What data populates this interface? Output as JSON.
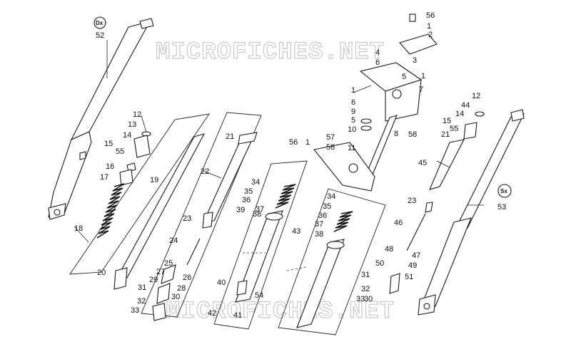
{
  "watermark": "MICROFICHES.NET",
  "side_labels": {
    "right_side": "Dx",
    "left_side": "Sx"
  },
  "callouts": [
    {
      "id": "l56a",
      "text": "56"
    },
    {
      "id": "l1a",
      "text": "1"
    },
    {
      "id": "l2",
      "text": "2"
    },
    {
      "id": "l4",
      "text": "4"
    },
    {
      "id": "l6a",
      "text": "6"
    },
    {
      "id": "l3",
      "text": "3"
    },
    {
      "id": "l5a",
      "text": "5"
    },
    {
      "id": "l1b",
      "text": "1"
    },
    {
      "id": "l7",
      "text": "7"
    },
    {
      "id": "l1c",
      "text": "1"
    },
    {
      "id": "l6b",
      "text": "6"
    },
    {
      "id": "l9",
      "text": "9"
    },
    {
      "id": "l5b",
      "text": "5"
    },
    {
      "id": "l10",
      "text": "10"
    },
    {
      "id": "l8",
      "text": "8"
    },
    {
      "id": "l58a",
      "text": "58"
    },
    {
      "id": "l57",
      "text": "57"
    },
    {
      "id": "l58b",
      "text": "58"
    },
    {
      "id": "l56b",
      "text": "56"
    },
    {
      "id": "l1d",
      "text": "1"
    },
    {
      "id": "l11",
      "text": "11"
    },
    {
      "id": "l52",
      "text": "52"
    },
    {
      "id": "l12a",
      "text": "12"
    },
    {
      "id": "l13",
      "text": "13"
    },
    {
      "id": "l14a",
      "text": "14"
    },
    {
      "id": "l15a",
      "text": "15"
    },
    {
      "id": "l55a",
      "text": "55"
    },
    {
      "id": "l16",
      "text": "16"
    },
    {
      "id": "l17",
      "text": "17"
    },
    {
      "id": "l18",
      "text": "18"
    },
    {
      "id": "l19",
      "text": "19"
    },
    {
      "id": "l20",
      "text": "20"
    },
    {
      "id": "l21a",
      "text": "21"
    },
    {
      "id": "l22",
      "text": "22"
    },
    {
      "id": "l23a",
      "text": "23"
    },
    {
      "id": "l24",
      "text": "24"
    },
    {
      "id": "l25",
      "text": "25"
    },
    {
      "id": "l27",
      "text": "27"
    },
    {
      "id": "l26",
      "text": "26"
    },
    {
      "id": "l29",
      "text": "29"
    },
    {
      "id": "l31a",
      "text": "31"
    },
    {
      "id": "l28",
      "text": "28"
    },
    {
      "id": "l30a",
      "text": "30"
    },
    {
      "id": "l32a",
      "text": "32"
    },
    {
      "id": "l33a",
      "text": "33"
    },
    {
      "id": "l34a",
      "text": "34"
    },
    {
      "id": "l35a",
      "text": "35"
    },
    {
      "id": "l36a",
      "text": "36"
    },
    {
      "id": "l39",
      "text": "39"
    },
    {
      "id": "l37a",
      "text": "37"
    },
    {
      "id": "l38a",
      "text": "38"
    },
    {
      "id": "l40",
      "text": "40"
    },
    {
      "id": "l54",
      "text": "54"
    },
    {
      "id": "l42",
      "text": "42"
    },
    {
      "id": "l41",
      "text": "41"
    },
    {
      "id": "l34b",
      "text": "34"
    },
    {
      "id": "l35b",
      "text": "35"
    },
    {
      "id": "l36b",
      "text": "36"
    },
    {
      "id": "l37b",
      "text": "37"
    },
    {
      "id": "l43",
      "text": "43"
    },
    {
      "id": "l38b",
      "text": "38"
    },
    {
      "id": "l12b",
      "text": "12"
    },
    {
      "id": "l44",
      "text": "44"
    },
    {
      "id": "l15b",
      "text": "15"
    },
    {
      "id": "l14b",
      "text": "14"
    },
    {
      "id": "l55b",
      "text": "55"
    },
    {
      "id": "l21b",
      "text": "21"
    },
    {
      "id": "l45",
      "text": "45"
    },
    {
      "id": "l53",
      "text": "53"
    },
    {
      "id": "l23b",
      "text": "23"
    },
    {
      "id": "l46",
      "text": "46"
    },
    {
      "id": "l48",
      "text": "48"
    },
    {
      "id": "l47",
      "text": "47"
    },
    {
      "id": "l50",
      "text": "50"
    },
    {
      "id": "l49",
      "text": "49"
    },
    {
      "id": "l31b",
      "text": "31"
    },
    {
      "id": "l51",
      "text": "51"
    },
    {
      "id": "l32b",
      "text": "32"
    },
    {
      "id": "l30b",
      "text": "30"
    },
    {
      "id": "l33b",
      "text": "33"
    }
  ]
}
